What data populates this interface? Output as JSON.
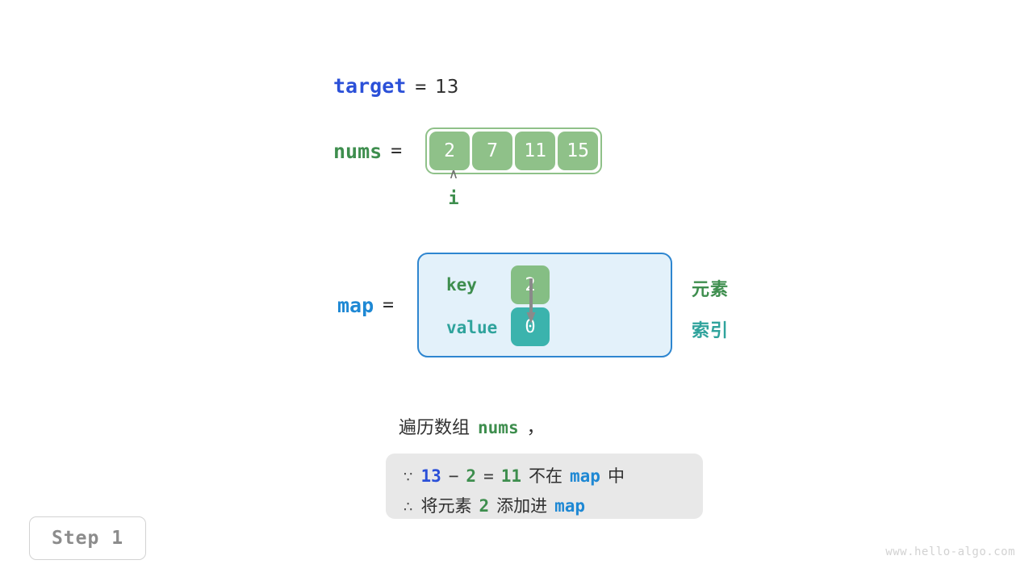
{
  "target": {
    "name": "target",
    "equals": "=",
    "value": "13"
  },
  "nums": {
    "name": "nums",
    "equals": "=",
    "cells": [
      "2",
      "7",
      "11",
      "15"
    ],
    "pointer": {
      "caret": "∧",
      "label": "i",
      "index": 0
    }
  },
  "map": {
    "name": "map",
    "equals": "=",
    "key_label": "key",
    "value_label": "value",
    "key_cell": "2",
    "value_cell": "0",
    "legend_element": "元素",
    "legend_index": "索引"
  },
  "caption": {
    "prefix": "遍历数组",
    "keyword": "nums",
    "suffix": "，"
  },
  "conclusion": {
    "line1": {
      "symbol": "∵",
      "a": "13",
      "minus": "−",
      "b": "2",
      "equals": "=",
      "result": "11",
      "mid": "不在",
      "map": "map",
      "end": "中"
    },
    "line2": {
      "symbol": "∴",
      "pre": "将元素",
      "num": "2",
      "mid": "添加进",
      "map": "map"
    }
  },
  "step_badge": "Step 1",
  "watermark": "www.hello-algo.com",
  "colors": {
    "target_blue": "#2B50D8",
    "nums_green": "#3E8E4E",
    "map_blue": "#1E88D4",
    "cell_green": "#8FC189",
    "cell_teal": "#3BB3AD",
    "map_fill": "#E3F1FA",
    "map_border": "#2E86D0",
    "conclusion_bg": "#E8E8E8"
  }
}
